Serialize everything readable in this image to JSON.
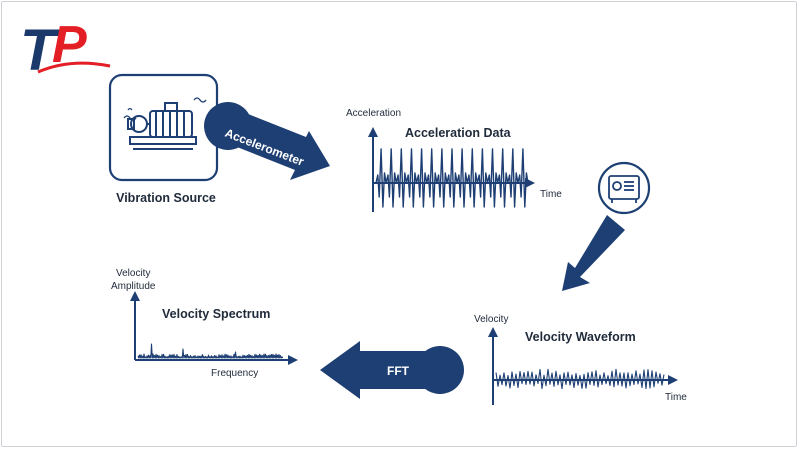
{
  "logo": {
    "text": "TP",
    "red": "#e31e24",
    "navy": "#1b3a6b"
  },
  "colors": {
    "navy": "#1e3f73",
    "line": "#1e3f73",
    "text": "#1f2a3a"
  },
  "icons": {
    "source": "motor-pump-icon",
    "analyzer": "analyzer-device-icon"
  },
  "source": {
    "label": "Vibration Source"
  },
  "accelerometer": {
    "label": "Accelerometer"
  },
  "acceleration": {
    "axis_y": "Acceleration",
    "title": "Acceleration Data",
    "axis_x": "Time"
  },
  "velocity_waveform": {
    "axis_y": "Velocity",
    "title": "Velocity Waveform",
    "axis_x": "Time"
  },
  "fft": {
    "label": "FFT"
  },
  "velocity_spectrum": {
    "axis_y_line1": "Velocity",
    "axis_y_line2": "Amplitude",
    "title": "Velocity Spectrum",
    "axis_x": "Frequency"
  }
}
